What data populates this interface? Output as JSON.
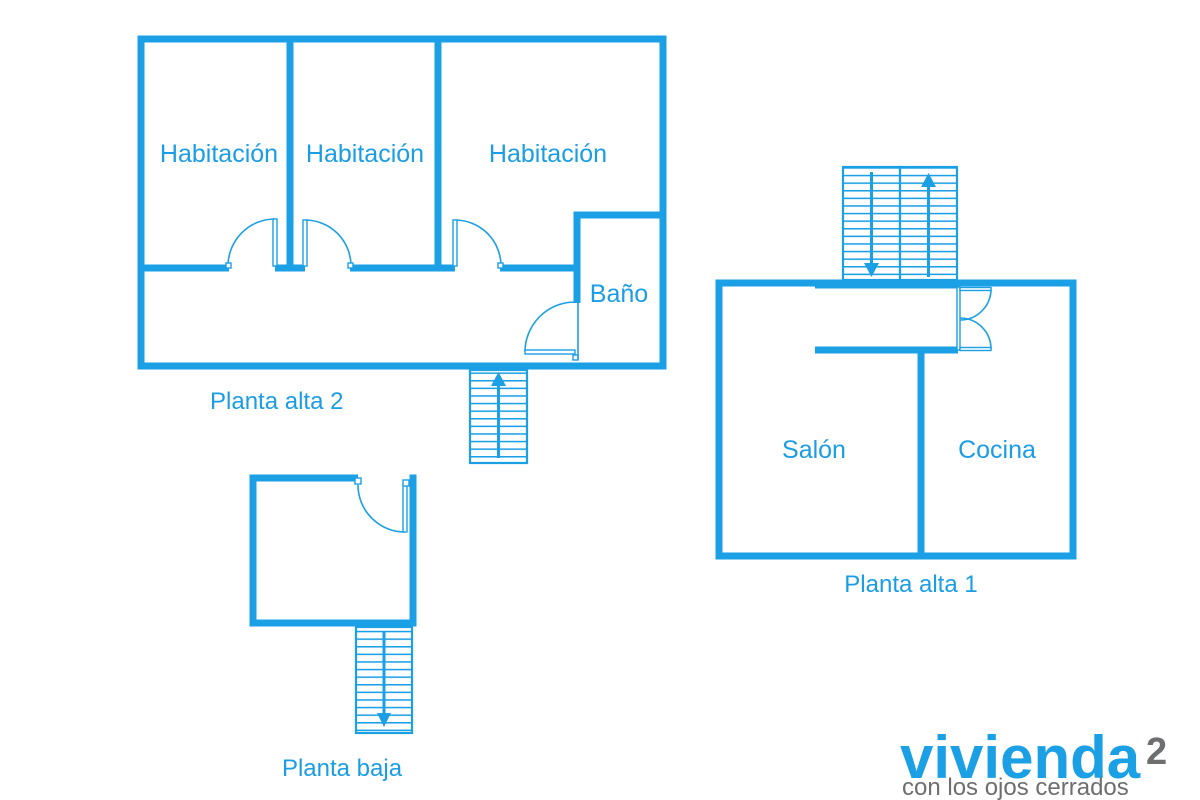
{
  "colors": {
    "wall": "#1b9fe5",
    "label": "#1a9de4",
    "logo_blue": "#1b9fe5",
    "logo_grey": "#6d6e70",
    "background": "#ffffff"
  },
  "floors": {
    "alta_2": {
      "label": "Planta alta 2",
      "rooms": [
        "Habitación",
        "Habitación",
        "Habitación",
        "Baño"
      ]
    },
    "alta_1": {
      "label": "Planta alta 1",
      "rooms": [
        "Salón",
        "Cocina"
      ]
    },
    "baja": {
      "label": "Planta baja"
    }
  },
  "icons": {
    "stairs_up": "stairs-up-arrow-icon",
    "stairs_down": "stairs-down-arrow-icon",
    "door": "door-swing-icon"
  },
  "logo": {
    "name": "vivienda",
    "superscript": "2",
    "tagline": "con los ojos cerrados"
  }
}
